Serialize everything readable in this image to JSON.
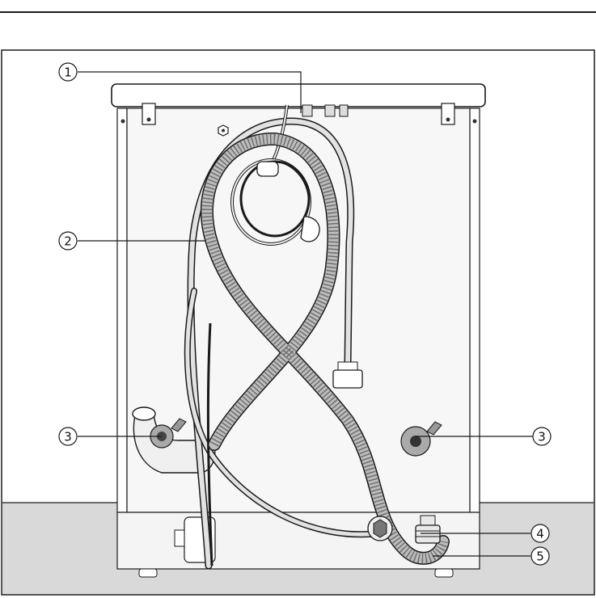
{
  "figure": {
    "description_colors": {
      "background_wall": "#ffffff",
      "floor": "#d9d9d9",
      "cabinet_fill": "#f4f4f4",
      "hose": "#cfcfcf",
      "outline": "#1a1a1a"
    }
  },
  "callouts": [
    {
      "id": "1",
      "label": "1"
    },
    {
      "id": "2",
      "label": "2"
    },
    {
      "id": "3a",
      "label": "3"
    },
    {
      "id": "3b",
      "label": "3"
    },
    {
      "id": "4",
      "label": "4"
    },
    {
      "id": "5",
      "label": "5"
    }
  ]
}
